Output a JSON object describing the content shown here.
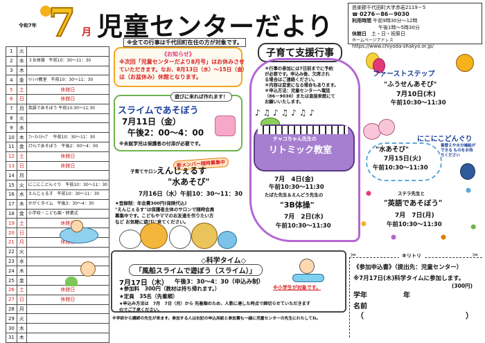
{
  "header": {
    "reiwa": "令和7年",
    "month_num": "7",
    "month_kanji": "月",
    "title": "児童センターだより",
    "notice": "※全ての行事は千代田町在住の方が対象です。"
  },
  "contact": {
    "address": "邑楽郡千代田町大字赤岩2119－5",
    "phone_icon": "phone-icon",
    "phone": "0276－86－9030",
    "hours_label": "利用時間",
    "hours1": "午前9時30分～12時",
    "hours2": "午後1時～5時30分",
    "closed_label": "休館日",
    "closed": "土・日・祝祭日",
    "homepage_label": "ホームページアドレス",
    "url": "https://www.chiyoda-shakyo.or.jp/"
  },
  "calendar": [
    {
      "d": "1",
      "w": "火",
      "e": "",
      "type": ""
    },
    {
      "d": "2",
      "w": "水",
      "e": "３Ｂ体操　午前10：30～11：30",
      "type": ""
    },
    {
      "d": "3",
      "w": "木",
      "e": "",
      "type": ""
    },
    {
      "d": "4",
      "w": "金",
      "e": "ﾘﾄﾐｯｸ教室　午前10：30～11：30",
      "type": ""
    },
    {
      "d": "5",
      "w": "土",
      "e": "休館日",
      "type": "hol"
    },
    {
      "d": "6",
      "w": "日",
      "e": "休館日",
      "type": "hol"
    },
    {
      "d": "7",
      "w": "月",
      "e": "英語であそぼう 午前10:30～11:30",
      "type": ""
    },
    {
      "d": "8",
      "w": "火",
      "e": "",
      "type": ""
    },
    {
      "d": "9",
      "w": "水",
      "e": "",
      "type": ""
    },
    {
      "d": "10",
      "w": "木",
      "e": "ﾌｧｰｽﾄｽﾃｯﾌﾟ　午前10：30～11：30",
      "type": ""
    },
    {
      "d": "11",
      "w": "金",
      "e": "ｽﾗｲﾑであそぼう　午後2：00～4：00",
      "type": ""
    },
    {
      "d": "12",
      "w": "土",
      "e": "休館日",
      "type": "hol"
    },
    {
      "d": "13",
      "w": "日",
      "e": "休館日",
      "type": "hol"
    },
    {
      "d": "14",
      "w": "月",
      "e": "",
      "type": ""
    },
    {
      "d": "15",
      "w": "火",
      "e": "にこにこどんぐり　午前10：30～11：30",
      "type": ""
    },
    {
      "d": "16",
      "w": "水",
      "e": "えんじぇるす　午前10：30～11：30",
      "type": ""
    },
    {
      "d": "17",
      "w": "木",
      "e": "かがくタイム　午後3：30～4：30",
      "type": ""
    },
    {
      "d": "18",
      "w": "金",
      "e": "小学校・こども園・終業式",
      "type": ""
    },
    {
      "d": "19",
      "w": "土",
      "e": "休館日",
      "type": "hol"
    },
    {
      "d": "20",
      "w": "日",
      "e": "休館日",
      "type": "hol"
    },
    {
      "d": "21",
      "w": "月",
      "e": "休館日",
      "type": "hol"
    },
    {
      "d": "22",
      "w": "火",
      "e": "",
      "type": ""
    },
    {
      "d": "23",
      "w": "水",
      "e": "",
      "type": ""
    },
    {
      "d": "24",
      "w": "木",
      "e": "",
      "type": ""
    },
    {
      "d": "25",
      "w": "金",
      "e": "",
      "type": ""
    },
    {
      "d": "26",
      "w": "土",
      "e": "休館日",
      "type": "hol"
    },
    {
      "d": "27",
      "w": "日",
      "e": "休館日",
      "type": "hol"
    },
    {
      "d": "28",
      "w": "月",
      "e": "",
      "type": ""
    },
    {
      "d": "29",
      "w": "火",
      "e": "",
      "type": ""
    },
    {
      "d": "30",
      "w": "水",
      "e": "",
      "type": ""
    },
    {
      "d": "31",
      "w": "木",
      "e": "",
      "type": ""
    }
  ],
  "oshirase": {
    "title": "《お知らせ》",
    "line1": "※次回「児童センターだより8月号」はお休みさせ",
    "line2": "ていただきます。なお、8月13日（水）～15日（金）",
    "line3": "は（お盆休み）休館となります。"
  },
  "slime": {
    "bubble": "遊びに来れば作れます！",
    "title": "スライムであそぼう",
    "date": "7月11日（金）",
    "time": "午後2：00～4：00",
    "note": "※未就学児は保護者の付添が必要です。"
  },
  "angels": {
    "salon": "子育てサロン",
    "name": "えんじぇるす",
    "badge": "新メンバー随時募集中",
    "theme": "\"水あそび\"",
    "date": "7月16日（水）午前10：30～11：30",
    "n1": "★登録制：年会費300円(保険代込)",
    "n2": "\"えんじぇるす\"は保護者主体のサロンで随時会員",
    "n3": "募集中です。こどもやママのお友達を作りたい方",
    "n4": "など お気軽に遊びに来てください。"
  },
  "kosodate": {
    "title": "子育て支援行事",
    "n1": "＊行事の参加には7日前までに予約",
    "n2": "が必要です。申込み後、欠席され",
    "n3": "る場合はご連絡ください。",
    "n4": "＊内容は変更になる場合もあります。",
    "n5": "＊申込方法：児童センターへ電話",
    "n6": "（86－9030）または直接来館にて",
    "n7": "お願いいたします。"
  },
  "rhythmic": {
    "teacher": "チャコちゃん先生の",
    "title": "リトミック教室",
    "date": "7月　4日(金)",
    "time": "午前10:30～11:30"
  },
  "first_step": {
    "title": "ファーストステップ",
    "theme": "\"ふうせんあそび\"",
    "date": "7月10日(木)",
    "time": "午前10:30～11:30"
  },
  "nikoniko": {
    "title": "にこにこどんぐり",
    "theme": "\"水あそび\"",
    "date": "7月15日(火)",
    "time": "午前10:30～11:30",
    "note": "着替えや水分補給ができる ものをお持ちください"
  },
  "taiso": {
    "teacher": "たばた先生＆えんどう先生の",
    "title": "\"3B体操\"",
    "date": "7月　2日(水)",
    "time": "午前10:30～11:30"
  },
  "english": {
    "teacher": "ステラ先生と",
    "title": "\"英語であそぼう\"",
    "date": "7月　7日(月)",
    "time": "午前10:30～11:30"
  },
  "science": {
    "header": "◇科学タイム◇",
    "subtitle": "「風船スライムで遊ぼう（スライム）」",
    "date": "7月17日（木）",
    "time": "午後3：30～4：30（申込み制）",
    "target": "※小学生が対象です。",
    "fee": "★参加料　300円（教材は持ち帰れます。）",
    "capacity": "★定員　35名（先着順）",
    "apply": "★申込み方法は　7月　7日（月）から 先着順のため、人数に達した時点で締切らせていただきます",
    "apply2": "のでご了承ください。",
    "note": "※学研から講師の先生が来ます。参加する人は右記の申込用紙と参加費も一緒に児童センターの先生にわたしてね。"
  },
  "form": {
    "cut": "キリトリ",
    "title": "《参加申込書》（提出先：児童センター）",
    "line1": "※7月17日(木)科学タイムに参加します。",
    "fee": "(300円)",
    "grade": "学年",
    "nen": "年",
    "name": "名前",
    "paren_open": "（",
    "paren_close": "）"
  }
}
